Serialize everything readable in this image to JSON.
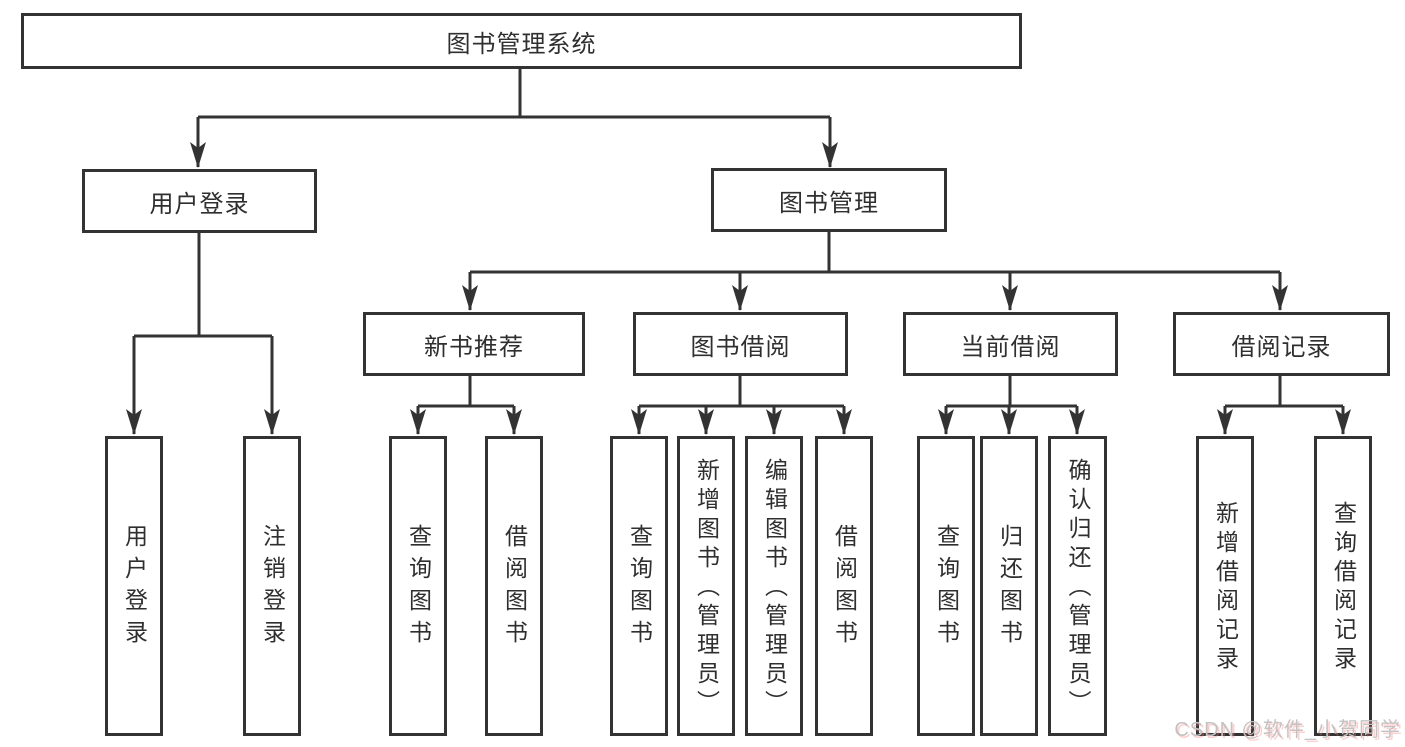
{
  "diagram": {
    "title_note": "library management system feature tree",
    "nodes": {
      "root": "图书管理系统",
      "user_login": "用户登录",
      "book_mgmt": "图书管理",
      "new_book": "新书推荐",
      "book_borrow": "图书借阅",
      "current_borrow": "当前借阅",
      "borrow_records": "借阅记录"
    },
    "leaves": {
      "user_login": [
        "用户登录",
        "注销登录"
      ],
      "new_book": [
        "查询图书",
        "借阅图书"
      ],
      "book_borrow": [
        "查询图书",
        "新增图书（管理员）",
        "编辑图书（管理员）",
        "借阅图书"
      ],
      "current_borrow": [
        "查询图书",
        "归还图书",
        "确认归还（管理员）"
      ],
      "borrow_records": [
        "新增借阅记录",
        "查询借阅记录"
      ]
    },
    "colors": {
      "line": "#333333",
      "box_border": "#333333",
      "text": "#2f2f2f",
      "watermark_gray": "#c3c3c3"
    }
  },
  "watermark": {
    "text": "CSDN @软件_小贺同学"
  }
}
